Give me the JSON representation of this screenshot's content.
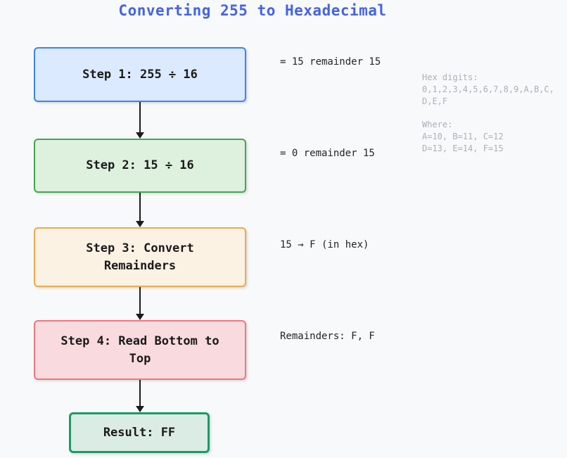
{
  "title": "Converting 255 to Hexadecimal",
  "flow": {
    "steps": [
      {
        "label": "Step 1: 255 ÷ 16",
        "annotation": "= 15 remainder 15",
        "fill": "#dbeafe",
        "border": "#3c82f6"
      },
      {
        "label": "Step 2: 15 ÷ 16",
        "annotation": "= 0 remainder 15",
        "fill": "#def0de",
        "border": "#43a551"
      },
      {
        "label": "Step 3: Convert Remainders",
        "annotation": "15 → F (in hex)",
        "fill": "#fbf2e4",
        "border": "#f1a84b"
      },
      {
        "label": "Step 4: Read Bottom to Top",
        "annotation": "Remainders: F, F",
        "fill": "#f9dade",
        "border": "#f0777f"
      }
    ],
    "result": {
      "label": "Result: FF",
      "fill": "#dbece4",
      "border": "#1a9c63"
    }
  },
  "note": {
    "hex_digits": [
      "Hex digits:",
      "0,1,2,3,4,5,6,7,8,9,A,B,C,",
      "D,E,F"
    ],
    "where": [
      "Where:",
      "A=10, B=11, C=12",
      "D=13, E=14, F=15"
    ]
  },
  "palette": {
    "background": "#f8f9fa",
    "title_text": "#4263eb",
    "arrow": "#1b1b1b",
    "annotation_text": "#212529",
    "note_text": "#a9b1ba",
    "box_text": "#1a1a1a"
  }
}
